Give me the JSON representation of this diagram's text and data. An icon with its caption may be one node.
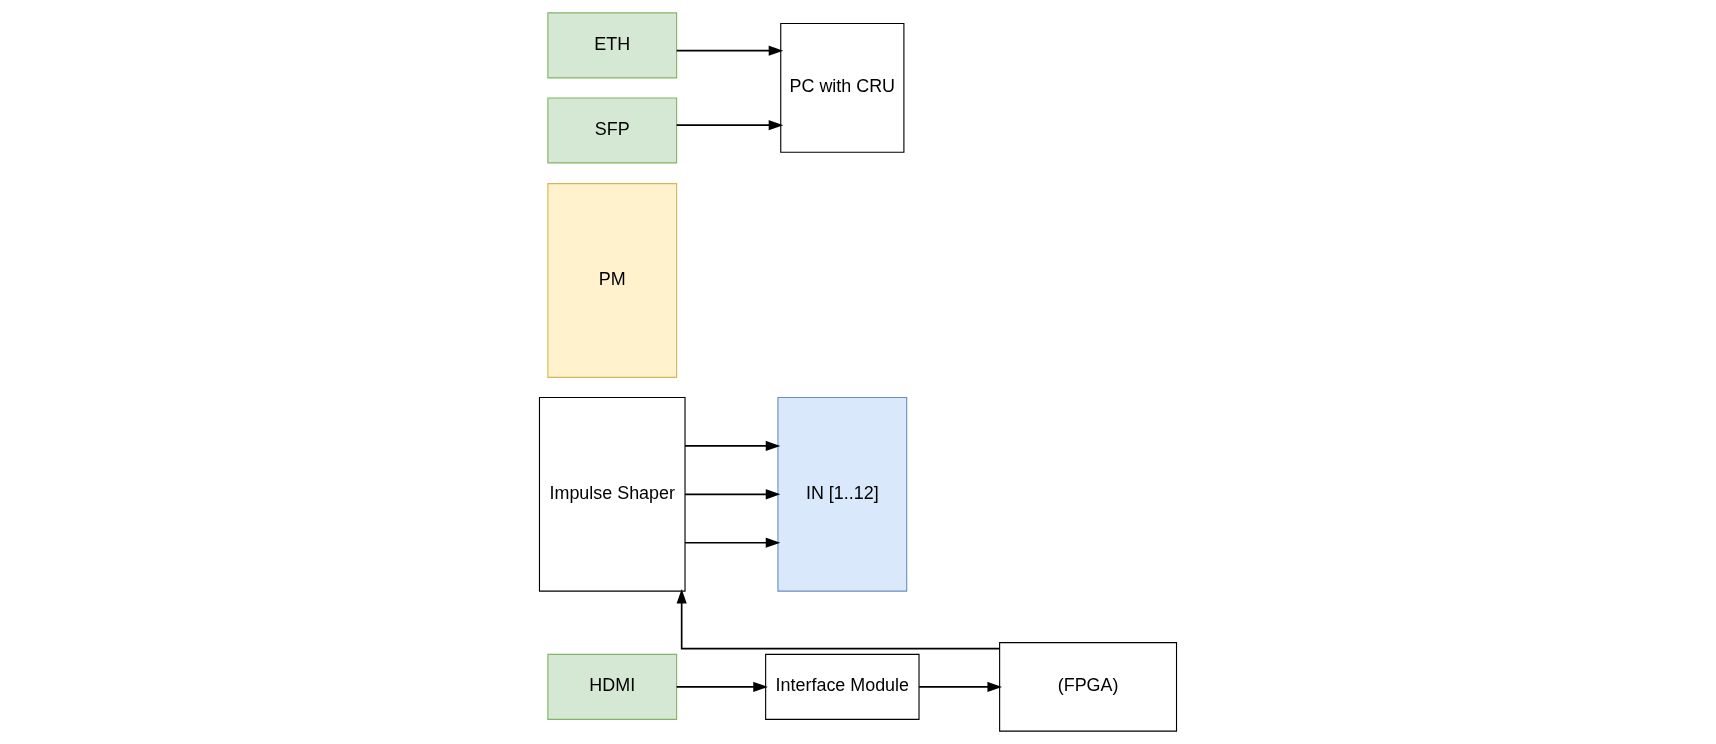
{
  "diagram": {
    "nodes": [
      {
        "text": [
          "Impulse Shaper"
        ]
      },
      {
        "text": [
          "IN [1..12]"
        ]
      },
      {
        "text": [
          "PM"
        ]
      },
      {
        "text": [
          "ETH"
        ]
      },
      {
        "text": [
          "SFP"
        ]
      },
      {
        "text": [
          "HDMI"
        ]
      },
      {
        "text": [
          "PC with CRU"
        ]
      },
      {
        "text": [
          "Interface Module"
        ]
      },
      {
        "text": [
          "(FPGA)"
        ]
      }
    ],
    "edges": [
      {
        "from": 0,
        "to": 1,
        "arrow": "to"
      },
      {
        "from": 0,
        "to": 1,
        "arrow": "to"
      },
      {
        "from": 0,
        "to": 1,
        "arrow": "to"
      },
      {
        "from": 3,
        "to": 6,
        "arrow": "to"
      },
      {
        "from": 4,
        "to": 6,
        "arrow": "to"
      },
      {
        "from": 5,
        "to": 7,
        "arrow": "to"
      },
      {
        "from": 7,
        "to": 8,
        "arrow": "to"
      },
      {
        "from": 8,
        "to": 0,
        "arrow": "to"
      }
    ]
  }
}
